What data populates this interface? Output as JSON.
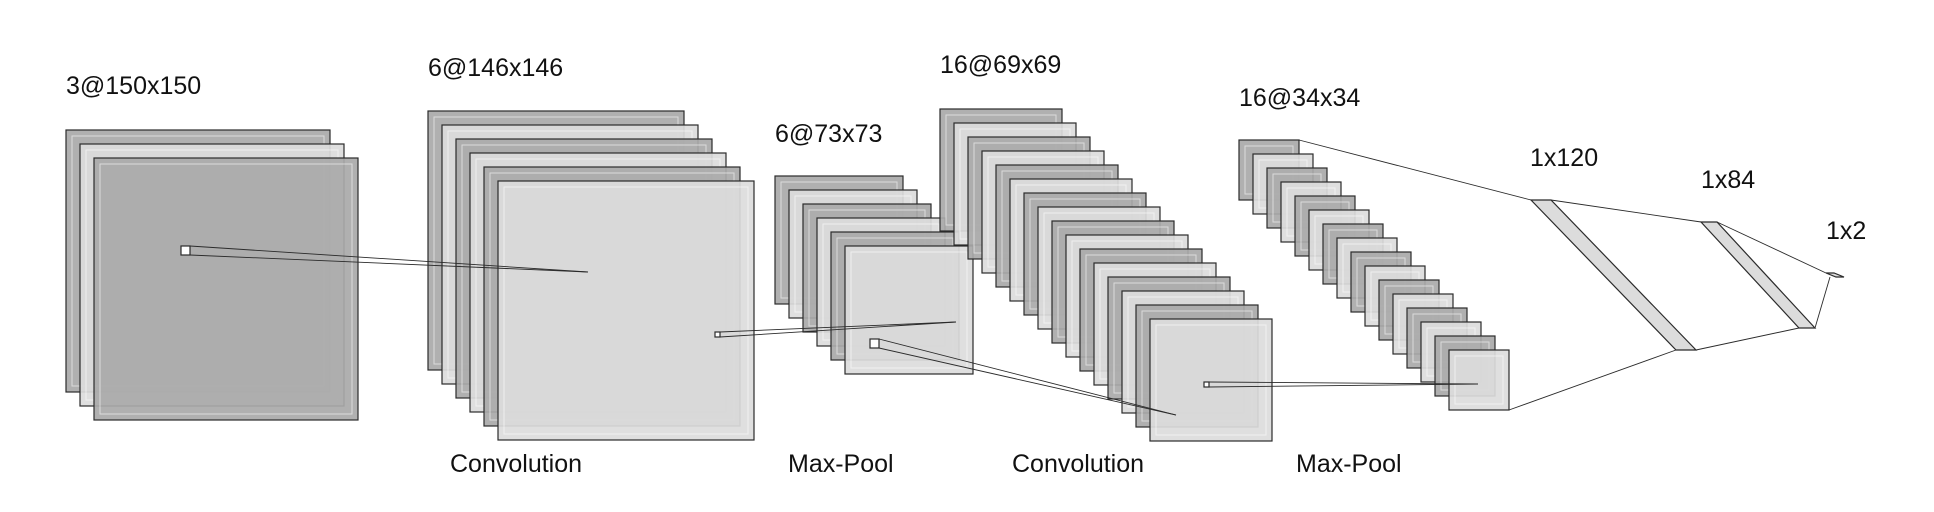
{
  "layers": [
    {
      "shape": "3@150x150",
      "maps": 3
    },
    {
      "shape": "6@146x146",
      "maps": 6
    },
    {
      "shape": "6@73x73",
      "maps": 6
    },
    {
      "shape": "16@69x69",
      "maps": 16
    },
    {
      "shape": "16@34x34",
      "maps": 16
    },
    {
      "shape": "1x120",
      "units": 120
    },
    {
      "shape": "1x84",
      "units": 84
    },
    {
      "shape": "1x2",
      "units": 2
    }
  ],
  "operations": [
    {
      "label": "Convolution"
    },
    {
      "label": "Max-Pool"
    },
    {
      "label": "Convolution"
    },
    {
      "label": "Max-Pool"
    }
  ],
  "colors": {
    "fill_dark": "#a9a9a9",
    "fill_light": "#dcdcdc",
    "edge": "#2b2b2b",
    "text": "#111111"
  }
}
